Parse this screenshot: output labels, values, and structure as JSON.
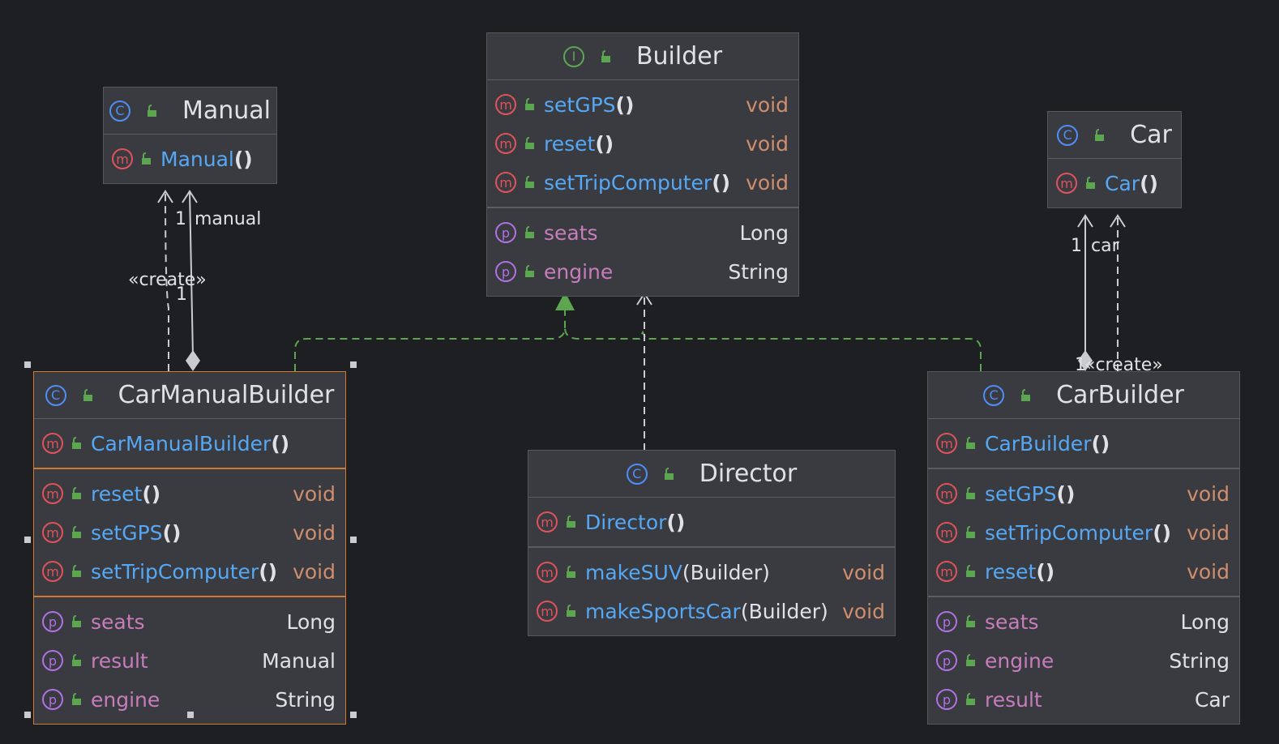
{
  "colors": {
    "background": "#1e1f22",
    "node_fill": "#393b40",
    "selected_border": "#d07a2f",
    "method_name": "#56a8f5",
    "property_name": "#c77dbb",
    "void_type": "#cf8e6d",
    "realization_edge": "#5da650",
    "dependency_edge": "#c9cbd0"
  },
  "icons": {
    "class": "class-icon (C)",
    "interface": "interface-icon (I)",
    "method": "method-icon (m)",
    "property": "property-icon (p)",
    "visibility": "public-lock-icon"
  },
  "nodes": {
    "builder": {
      "kind_glyph": "I",
      "title": "Builder",
      "methods": [
        {
          "name": "setGPS",
          "paren": "()",
          "type": "void"
        },
        {
          "name": "reset",
          "paren": "()",
          "type": "void"
        },
        {
          "name": "setTripComputer",
          "paren": "()",
          "type": "void"
        }
      ],
      "properties": [
        {
          "name": "seats",
          "type": "Long"
        },
        {
          "name": "engine",
          "type": "String"
        }
      ]
    },
    "manual": {
      "kind_glyph": "C",
      "title": "Manual",
      "constructors": [
        {
          "name": "Manual",
          "paren": "()"
        }
      ]
    },
    "car": {
      "kind_glyph": "C",
      "title": "Car",
      "constructors": [
        {
          "name": "Car",
          "paren": "()"
        }
      ]
    },
    "car_manual_builder": {
      "kind_glyph": "C",
      "title": "CarManualBuilder",
      "constructors": [
        {
          "name": "CarManualBuilder",
          "paren": "()"
        }
      ],
      "methods": [
        {
          "name": "reset",
          "paren": "()",
          "type": "void"
        },
        {
          "name": "setGPS",
          "paren": "()",
          "type": "void"
        },
        {
          "name": "setTripComputer",
          "paren": "()",
          "type": "void"
        }
      ],
      "properties": [
        {
          "name": "seats",
          "type": "Long"
        },
        {
          "name": "result",
          "type": "Manual"
        },
        {
          "name": "engine",
          "type": "String"
        }
      ]
    },
    "director": {
      "kind_glyph": "C",
      "title": "Director",
      "constructors": [
        {
          "name": "Director",
          "paren": "()"
        }
      ],
      "methods": [
        {
          "name": "makeSUV",
          "params": "(Builder)",
          "type": "void"
        },
        {
          "name": "makeSportsCar",
          "params": "(Builder)",
          "type": "void"
        }
      ]
    },
    "car_builder": {
      "kind_glyph": "C",
      "title": "CarBuilder",
      "constructors": [
        {
          "name": "CarBuilder",
          "paren": "()"
        }
      ],
      "methods": [
        {
          "name": "setGPS",
          "paren": "()",
          "type": "void"
        },
        {
          "name": "setTripComputer",
          "paren": "()",
          "type": "void"
        },
        {
          "name": "reset",
          "paren": "()",
          "type": "void"
        }
      ],
      "properties": [
        {
          "name": "seats",
          "type": "Long"
        },
        {
          "name": "engine",
          "type": "String"
        },
        {
          "name": "result",
          "type": "Car"
        }
      ]
    }
  },
  "edge_labels": {
    "manual_multiplicity": "1",
    "manual_role": "manual",
    "manual_create": "«create»",
    "manual_owner_multiplicity": "1",
    "car_multiplicity": "1",
    "car_role": "car",
    "car_owner_multiplicity": "1",
    "car_create": "«create»"
  }
}
